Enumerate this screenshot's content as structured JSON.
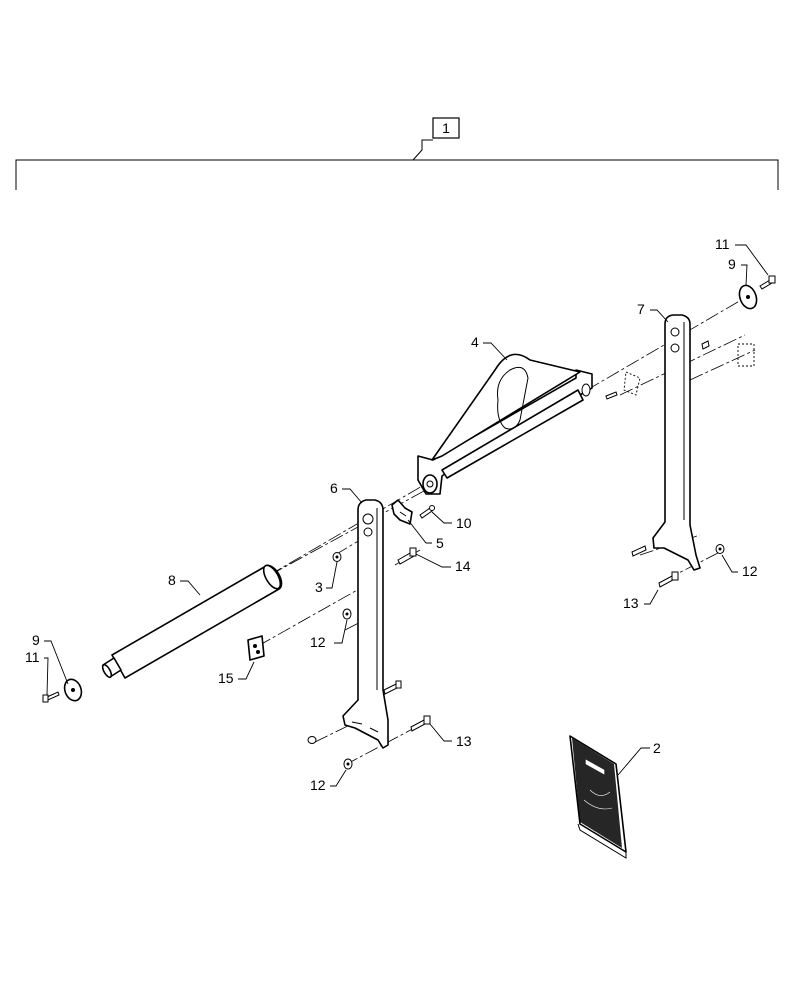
{
  "diagram": {
    "assembly_label": "1",
    "callouts": {
      "c2": "2",
      "c3": "3",
      "c4": "4",
      "c5": "5",
      "c6": "6",
      "c7": "7",
      "c8": "8",
      "c9_left": "9",
      "c9_right": "9",
      "c10": "10",
      "c11_left": "11",
      "c11_right": "11",
      "c12_top_right": "12",
      "c12_mid_left": "12",
      "c12_bottom": "12",
      "c13_right": "13",
      "c13_left": "13",
      "c14": "14",
      "c15": "15"
    }
  }
}
